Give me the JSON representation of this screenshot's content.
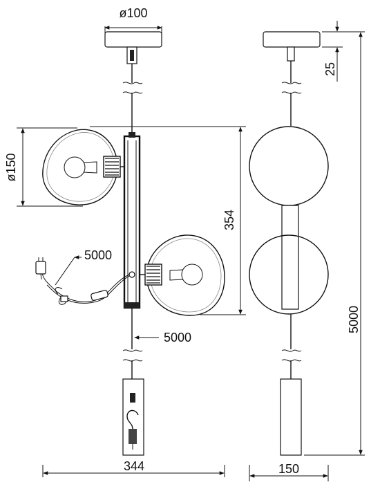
{
  "dimensions": {
    "canopy_diameter": "ø100",
    "canopy_height": "25",
    "shade_diameter": "ø150",
    "body_height": "354",
    "cord_length_plug": "5000",
    "cord_length_drop": "5000",
    "total_height": "5000",
    "total_width": "344",
    "side_width": "150"
  }
}
